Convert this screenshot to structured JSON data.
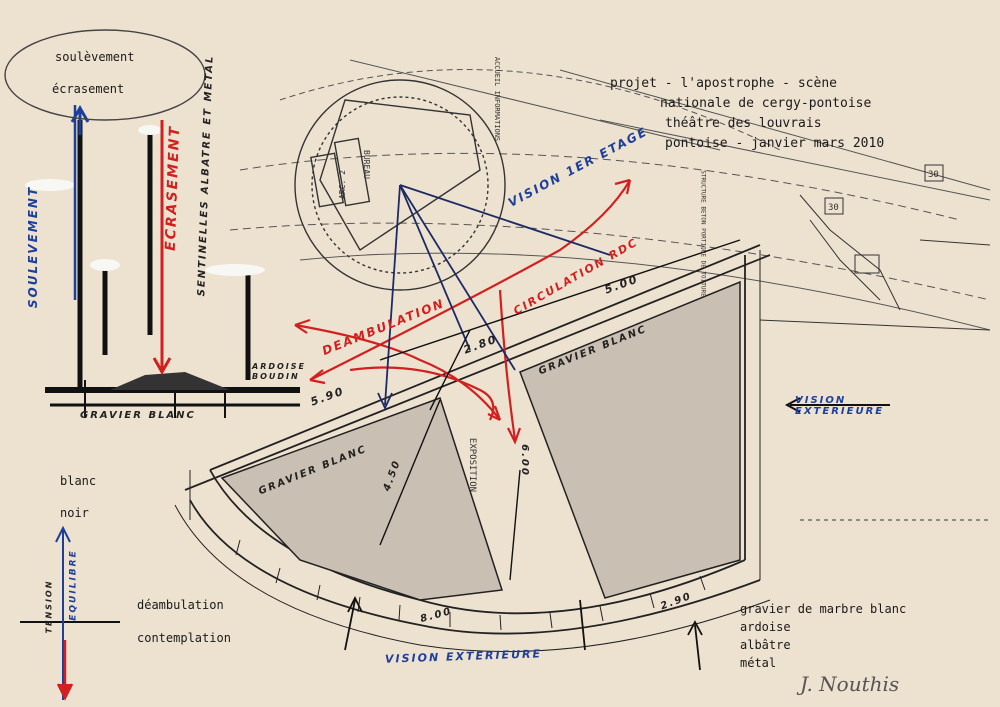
{
  "title": {
    "line1": "projet - l'apostrophe - scène",
    "line2": "nationale de cergy-pontoise",
    "line3": "théâtre des louvrais",
    "line4": "pontoise - janvier mars 2010"
  },
  "section": {
    "top1": "soulèvement",
    "top2": "écrasement",
    "sketch_blue": "SOULEVEMENT",
    "sketch_red": "ECRASEMENT",
    "sketch_note": "SENTINELLES ALBATRE ET METAL",
    "ardoise": "ARDOISE BOUDIN",
    "gravier": "GRAVIER BLANC",
    "dim": "5.90"
  },
  "legend": {
    "blanc": "blanc",
    "noir": "noir",
    "tension": "TENSION",
    "equilibre": "EQUILIBRE",
    "deambulation": "déambulation",
    "contemplation": "contemplation"
  },
  "materials": {
    "m1": "gravier de marbre blanc",
    "m2": "ardoise",
    "m3": "albâtre",
    "m4": "métal"
  },
  "plan_notes": {
    "vision_1er": "VISION 1ER ETAGE",
    "deambulation": "DEAMBULATION",
    "circulation": "CIRCULATION RDC",
    "gravier_1": "GRAVIER BLANC",
    "gravier_2": "GRAVIER BLANC",
    "vision_ext_right": "VISION EXTERIEURE",
    "vision_ext_bottom": "VISION EXTERIEURE",
    "exposition": "EXPOSITION",
    "accueil": "ACCUEIL INFORMATIONS",
    "bureau": "BUREAU",
    "arc": "ARC. 2",
    "structure": "STRUCTURE BETON PORTIQUE DE TOITURE",
    "dim_500": "5.00",
    "dim_280": "2.80",
    "dim_450": "4.50",
    "dim_600": "6.00",
    "dim_800": "8.00",
    "dim_290": "2.90",
    "dim_30a": "30",
    "dim_30b": "30"
  },
  "signature": "J. Nouthis",
  "colors": {
    "paper": "#ede2d0",
    "red": "#d21f1f",
    "blue": "#1d3f9c",
    "gravel": "#c9bfb2"
  }
}
